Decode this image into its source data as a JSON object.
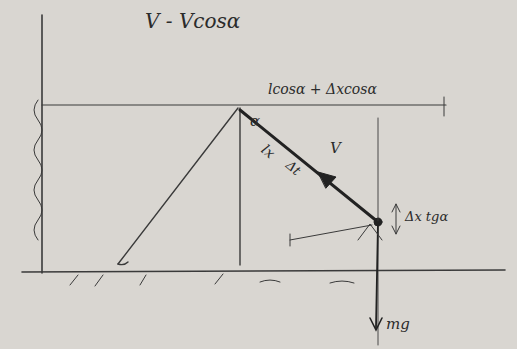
{
  "diagram": {
    "labels": [
      "V - Vcosα",
      "lcosα + Δxcosα",
      "α",
      "lx",
      "Δt",
      "V",
      "Δx tgα",
      "mg"
    ]
  }
}
